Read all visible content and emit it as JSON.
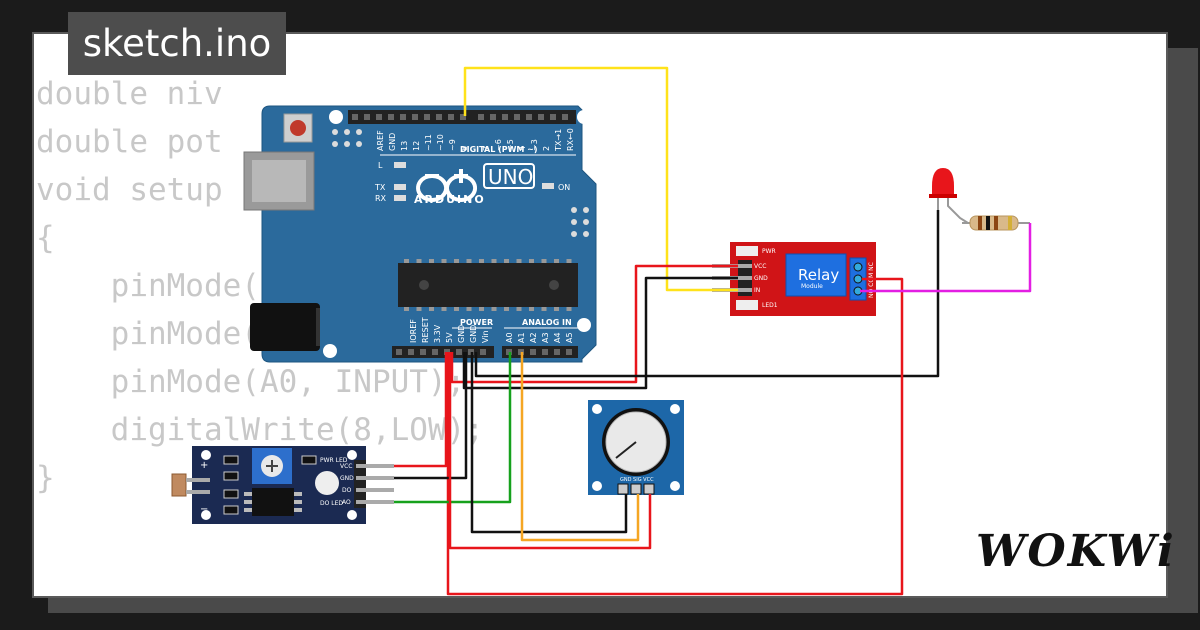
{
  "title": "sketch.ino",
  "code_lines": [
    "double niv",
    "double pot",
    "",
    "void setup",
    "{",
    "    pinMode(8, OUTPUT);",
    "    pinMode(A1, INPUT);",
    "    pinMode(A0, INPUT);",
    "    digitalWrite(8,LOW);",
    "}"
  ],
  "brand": "WOKWi",
  "arduino": {
    "model": "UNO",
    "brand": "ARDUINO",
    "digital_header": "DIGITAL (PWM ~)",
    "power_header": "POWER",
    "analog_header": "ANALOG IN",
    "on_label": "ON",
    "l_label": "L",
    "tx_label": "TX",
    "rx_label": "RX",
    "digital_pins": [
      "AREF",
      "GND",
      "13",
      "12",
      "~11",
      "~10",
      "~9",
      "8",
      "7",
      "~6",
      "~5",
      "4",
      "~3",
      "2",
      "TX→1",
      "RX←0"
    ],
    "power_pins": [
      "IOREF",
      "RESET",
      "3.3V",
      "5V",
      "GND",
      "GND",
      "Vin"
    ],
    "analog_pins": [
      "A0",
      "A1",
      "A2",
      "A3",
      "A4",
      "A5"
    ]
  },
  "relay": {
    "title": "Relay",
    "subtitle": "Module",
    "pins": [
      "VCC",
      "GND",
      "IN"
    ],
    "pwr_label": "PWR",
    "led_label": "LED1",
    "contacts": [
      "NO",
      "COM",
      "NC"
    ]
  },
  "ldr_module": {
    "pin_labels": [
      "VCC",
      "GND",
      "DO",
      "AO"
    ],
    "pwr_led": "PWR LED",
    "do_led": "DO LED",
    "plus": "+",
    "minus": "−"
  },
  "potentiometer": {
    "pins": "GND SIG VCC"
  },
  "colors": {
    "board": "#2b6a9c",
    "relay": "#d01417",
    "sensor": "#1b2a52",
    "wire_red": "#e8151b",
    "wire_black": "#111111",
    "wire_yellow": "#ffe21a",
    "wire_green": "#16a11c",
    "wire_orange": "#f5a623",
    "wire_magenta": "#e31ee3"
  }
}
